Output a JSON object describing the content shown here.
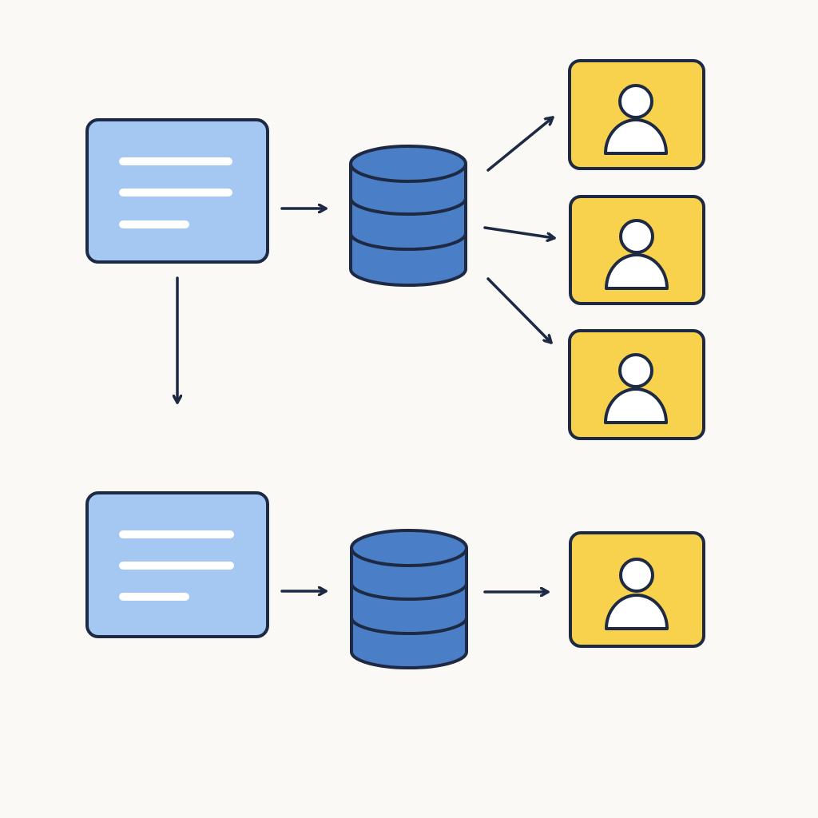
{
  "colors": {
    "background": "#FBF9F6",
    "outline": "#1E2A44",
    "document_fill": "#A4C8F2",
    "document_line": "#FFFFFF",
    "database_fill": "#4A7EC6",
    "user_card_fill": "#F8D24D",
    "user_figure_fill": "#FFFFFF"
  },
  "icons": {
    "document": "document-icon",
    "database": "database-icon",
    "user": "user-icon",
    "arrow": "arrow-icon"
  },
  "rows": [
    {
      "name": "top-row",
      "source": "document",
      "store": "database",
      "targets": [
        "user",
        "user",
        "user"
      ]
    },
    {
      "name": "bottom-row",
      "source": "document",
      "store": "database",
      "targets": [
        "user"
      ]
    }
  ],
  "links": [
    {
      "from": "document-1",
      "to": "database-1"
    },
    {
      "from": "database-1",
      "to": "user-1"
    },
    {
      "from": "database-1",
      "to": "user-2"
    },
    {
      "from": "database-1",
      "to": "user-3"
    },
    {
      "from": "document-1",
      "to": "document-2"
    },
    {
      "from": "document-2",
      "to": "database-2"
    },
    {
      "from": "database-2",
      "to": "user-4"
    }
  ]
}
